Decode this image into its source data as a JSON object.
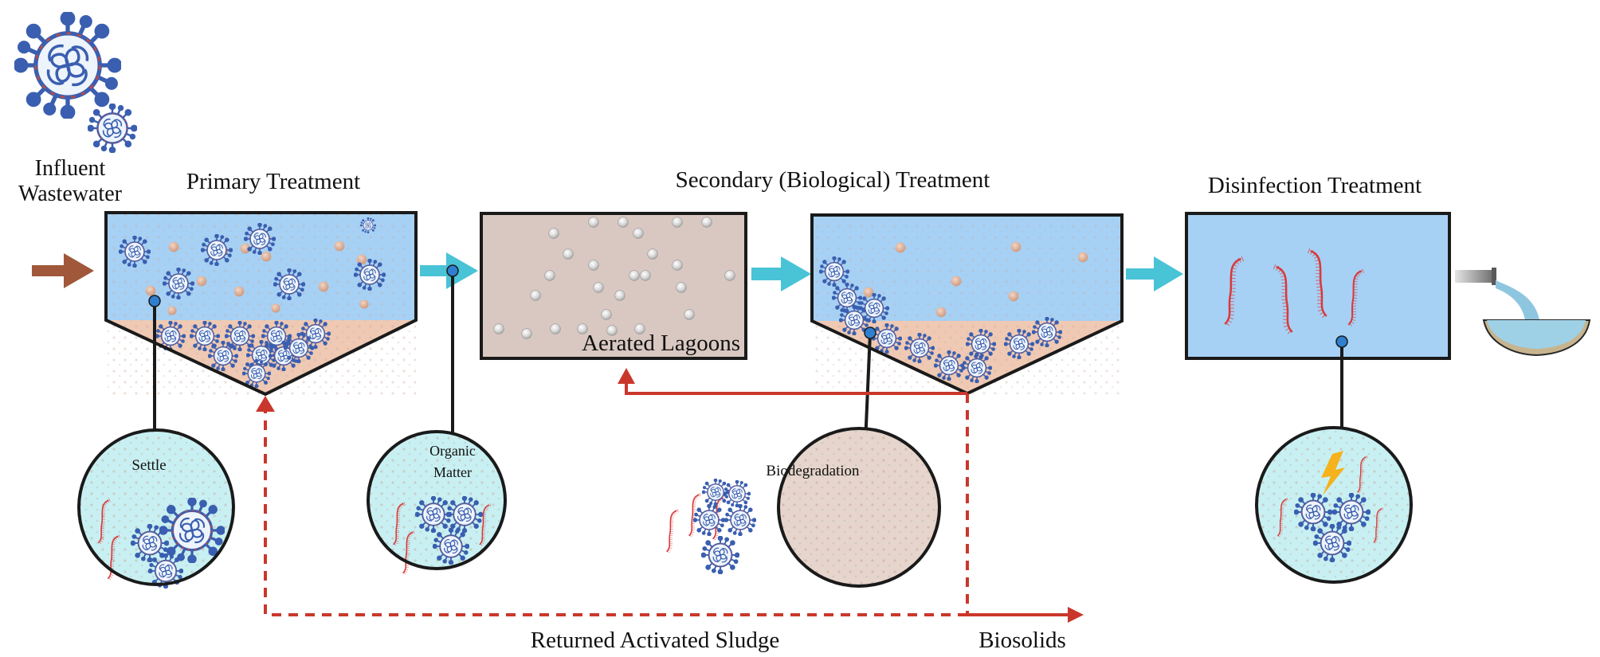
{
  "title": "Wastewater treatment process and virus removal",
  "influent": {
    "line1": "Influent",
    "line2": "Wastewater"
  },
  "stages": {
    "primary": {
      "title": "Primary Treatment",
      "callout": "Settle"
    },
    "secondary": {
      "title": "Secondary (Biological) Treatment",
      "lagoon_label": "Aerated Lagoons",
      "callout_inlet": [
        "Organic",
        "Matter"
      ],
      "callout_clarifier": "Biodegradation"
    },
    "disinfection": {
      "title": "Disinfection Treatment",
      "callout_icon": "lightning-icon"
    }
  },
  "flows": {
    "returned_sludge": "Returned Activated Sludge",
    "biosolids": "Biosolids"
  },
  "colors": {
    "water": "#a6d1f5",
    "sludge": "#efc9b3",
    "lagoon": "#d9c8c1",
    "callout_water": "#c8f0f2",
    "callout_sludge": "#e6d5cc",
    "flow_arrow": "#49c3d6",
    "influent_arrow": "#a0573a",
    "return_line": "#c9372c",
    "virus_blue": "#3a5fb0",
    "virus_red": "#b94a4a",
    "rna_red": "#d93a3a",
    "pin": "#2f7fd1",
    "lightning": "#f5b21d"
  },
  "icons": [
    "virus-icon",
    "rna-strand-icon",
    "particle-icon",
    "bubble-icon",
    "lightning-icon",
    "outfall-pipe-icon",
    "receiving-water-icon"
  ]
}
